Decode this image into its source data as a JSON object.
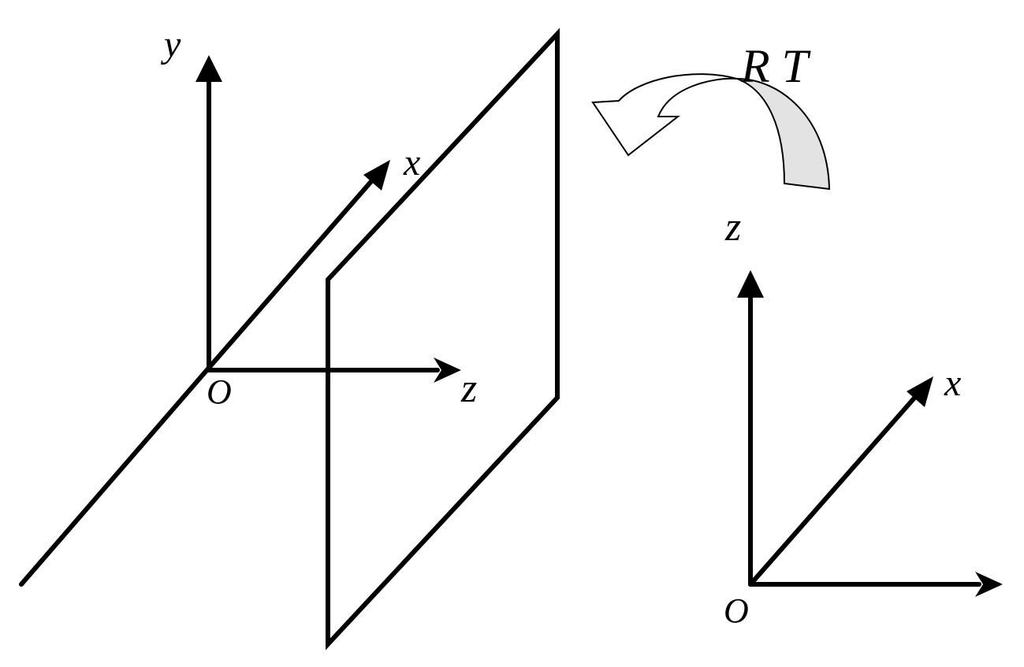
{
  "left_frame": {
    "axis_y_label": "y",
    "axis_x_label": "x",
    "axis_z_label": "z",
    "origin_label": "O"
  },
  "right_frame": {
    "axis_z_label": "z",
    "axis_x_label": "x",
    "origin_label": "O"
  },
  "transform_label": "R T",
  "colors": {
    "stroke": "#000000",
    "arrow_band_fill": "#e3e3e3",
    "background": "#ffffff"
  }
}
